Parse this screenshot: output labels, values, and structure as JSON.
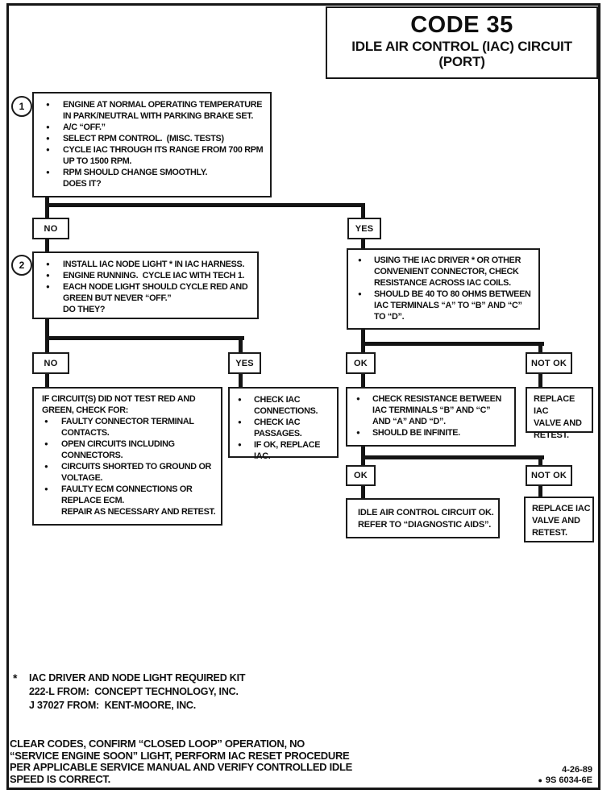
{
  "title_box": {
    "code": "CODE 35",
    "line1": "IDLE AIR CONTROL (IAC) CIRCUIT",
    "line2": "(PORT)"
  },
  "glyphs": {
    "bullet": "●"
  },
  "decisions": {
    "no": "NO",
    "yes": "YES",
    "ok": "OK",
    "not_ok": "NOT OK"
  },
  "steps": {
    "step1": {
      "number": "1",
      "bullets": [
        "ENGINE AT NORMAL OPERATING TEMPERATURE\nIN PARK/NEUTRAL WITH PARKING BRAKE SET.",
        "A/C “OFF.”",
        "SELECT RPM CONTROL.  (MISC. TESTS)",
        "CYCLE IAC THROUGH ITS RANGE FROM 700 RPM\nUP TO 1500 RPM.",
        "RPM SHOULD CHANGE SMOOTHLY.\nDOES IT?"
      ]
    },
    "step2": {
      "number": "2",
      "bullets": [
        "INSTALL IAC NODE LIGHT * IN IAC HARNESS.",
        "ENGINE RUNNING.  CYCLE IAC WITH TECH 1.",
        "EACH NODE LIGHT SHOULD CYCLE RED AND\nGREEN BUT NEVER “OFF.”\nDO THEY?"
      ]
    },
    "check_coils": {
      "bullets": [
        "USING THE IAC DRIVER * OR OTHER\nCONVENIENT CONNECTOR, CHECK\nRESISTANCE ACROSS IAC COILS.",
        "SHOULD BE 40 TO 80 OHMS BETWEEN\nIAC TERMINALS “A” TO “B” AND “C”\nTO “D”."
      ]
    },
    "circuit_fail": {
      "intro": "IF CIRCUIT(S) DID NOT TEST RED AND\nGREEN, CHECK FOR:",
      "bullets": [
        "FAULTY CONNECTOR TERMINAL\nCONTACTS.",
        "OPEN CIRCUITS INCLUDING\nCONNECTORS.",
        "CIRCUITS SHORTED TO GROUND OR\nVOLTAGE.",
        "FAULTY ECM CONNECTIONS OR\nREPLACE ECM.\nREPAIR AS NECESSARY AND RETEST."
      ]
    },
    "check_iac": {
      "bullets": [
        "CHECK IAC\nCONNECTIONS.",
        "CHECK IAC\nPASSAGES.",
        "IF OK, REPLACE IAC."
      ]
    },
    "check_resistance": {
      "bullets": [
        "CHECK RESISTANCE BETWEEN\nIAC TERMINALS “B” AND “C”\nAND “A” AND “D”.",
        "SHOULD BE INFINITE."
      ]
    },
    "replace_iac_1": {
      "text": "REPLACE IAC\nVALVE AND\nRETEST."
    },
    "circuit_ok": {
      "text": "IDLE AIR CONTROL CIRCUIT OK.\nREFER TO “DIAGNOSTIC AIDS”."
    },
    "replace_iac_2": {
      "text": "REPLACE IAC\nVALVE AND\nRETEST."
    }
  },
  "footnote": {
    "marker": "*",
    "lines": "IAC DRIVER AND NODE LIGHT REQUIRED KIT\n222-L FROM:  CONCEPT TECHNOLOGY, INC.\nJ 37027 FROM:  KENT-MOORE, INC."
  },
  "footer": {
    "note": "CLEAR CODES, CONFIRM “CLOSED LOOP” OPERATION, NO\n“SERVICE ENGINE SOON” LIGHT, PERFORM IAC RESET PROCEDURE\nPER APPLICABLE SERVICE MANUAL AND VERIFY CONTROLLED IDLE\nSPEED IS CORRECT.",
    "date": "4-26-89",
    "doc_number": "9S 6034-6E"
  }
}
